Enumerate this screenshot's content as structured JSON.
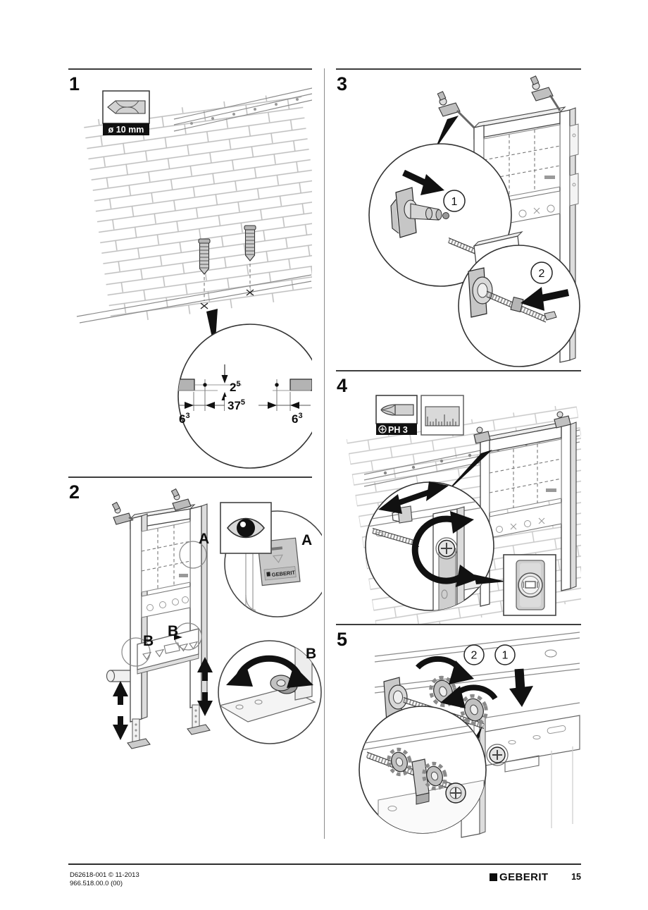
{
  "footer": {
    "document_id": "D62618-001 © 11-2013",
    "article_number": "966.518.00.0 (00)",
    "brand": "GEBERIT",
    "page_number": "15"
  },
  "colors": {
    "accent_black": "#111111",
    "line_gray": "#555555",
    "brick_gray": "#bdbdbd",
    "metal_gray": "#c6c6c6"
  },
  "icons": {
    "step1_tool": "drill-bit-icon",
    "step2_check": "eye-icon",
    "step4_tool": "ph3-screwdriver-bit-icon",
    "step4_measure": "ruler-icon",
    "step4_check": "spirit-level-icon"
  },
  "step1": {
    "number": "1",
    "drill_diameter_label": "ø 10 mm",
    "dim_offset_main": "2",
    "dim_offset_sup": "5",
    "dim_spacing_main": "37",
    "dim_spacing_sup": "5",
    "dim_edge_left_main": "6",
    "dim_edge_left_sup": "3",
    "dim_edge_right_main": "6",
    "dim_edge_right_sup": "3"
  },
  "step2": {
    "number": "2",
    "label_a_frame": "A",
    "label_b_frame_left": "B",
    "label_b_frame_right": "B",
    "label_a_detail": "A",
    "label_b_detail": "B",
    "tag_brand": "GEBERIT"
  },
  "step3": {
    "number": "3",
    "substep_1": "1",
    "substep_2": "2"
  },
  "step4": {
    "number": "4",
    "bit_label": "PH 3"
  },
  "step5": {
    "number": "5",
    "substep_1": "1",
    "substep_2": "2"
  }
}
